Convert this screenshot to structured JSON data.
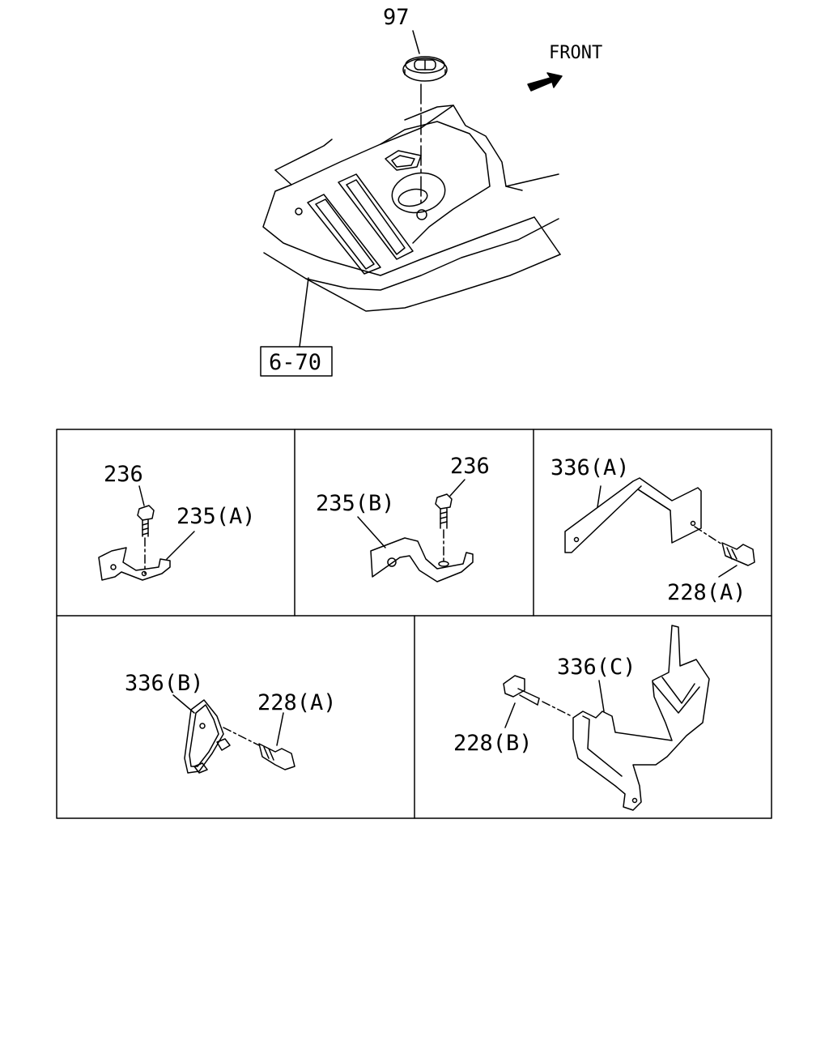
{
  "colors": {
    "line": "#000000",
    "background": "#ffffff"
  },
  "top": {
    "front_label": "FRONT",
    "front_arrow_icon": "front-arrow-icon",
    "callout_grommet": "97",
    "reference_box": "6-70"
  },
  "panels": {
    "p1": {
      "bolt": "236",
      "bracket": "235(A)"
    },
    "p2": {
      "bolt": "236",
      "bracket": "235(B)"
    },
    "p3": {
      "bracket": "336(A)",
      "bolt": "228(A)"
    },
    "p4": {
      "bracket": "336(B)",
      "bolt": "228(A)"
    },
    "p5": {
      "bracket": "336(C)",
      "bolt": "228(B)"
    }
  }
}
